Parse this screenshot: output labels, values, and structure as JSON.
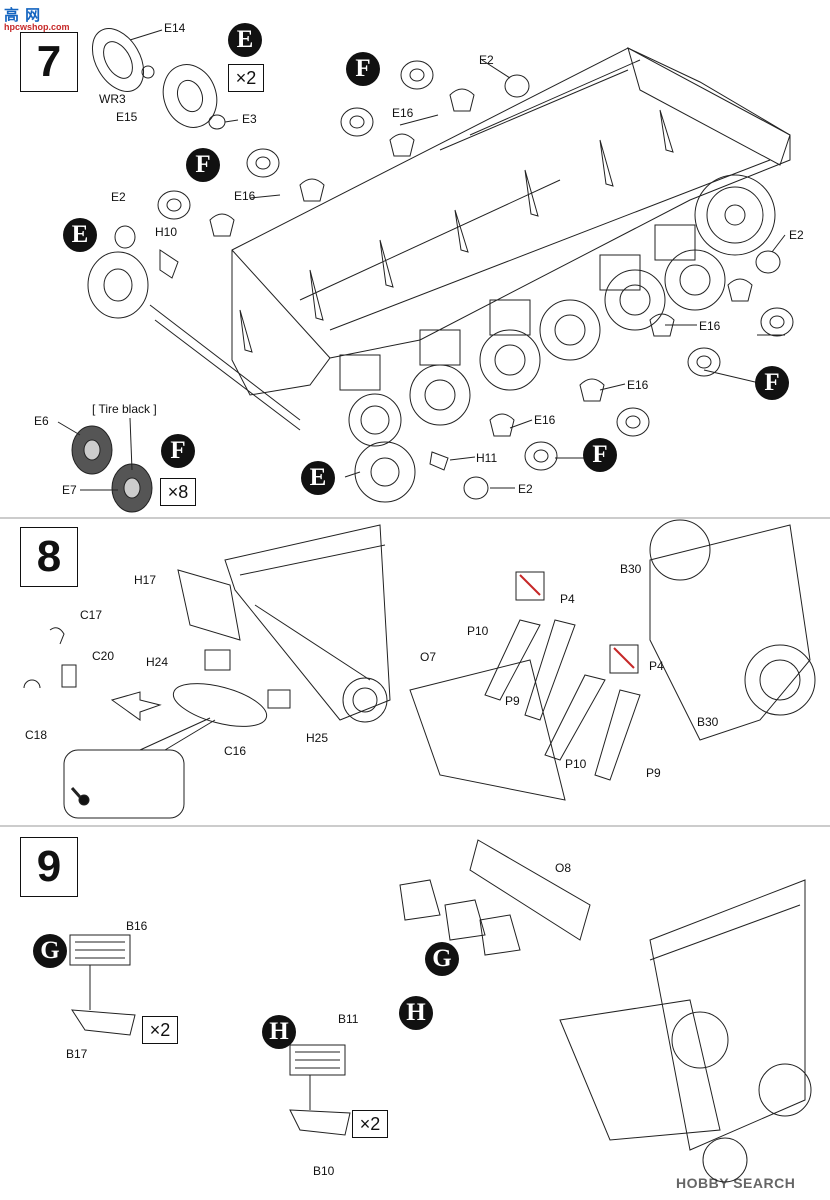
{
  "watermark": {
    "site": "高 网",
    "url": "hpcwshop.com",
    "footer": "HOBBY SEARCH"
  },
  "steps": {
    "s7": "7",
    "s8": "8",
    "s9": "9"
  },
  "callouts": {
    "E": "E",
    "F": "F",
    "G": "G",
    "H": "H"
  },
  "multipliers": {
    "x2": "×2",
    "x8": "×8"
  },
  "step7": {
    "parts": {
      "e14": "E14",
      "wr3": "WR3",
      "e15": "E15",
      "e3": "E3",
      "e2_a": "E2",
      "e16_a": "E16",
      "e2_b": "E2",
      "e16_b": "E16",
      "h10": "H10",
      "e2_c": "E2",
      "e16_c": "E16",
      "e16_d": "E16",
      "e16_e": "E16",
      "h11": "H11",
      "e2_d": "E2"
    },
    "tire_note": "[ Tire black ]",
    "e6": "E6",
    "e7": "E7"
  },
  "step8": {
    "parts": {
      "h17": "H17",
      "c17": "C17",
      "c20": "C20",
      "h24": "H24",
      "c18": "C18",
      "c16": "C16",
      "h25": "H25",
      "b30_a": "B30",
      "p4_a": "P4",
      "p10_a": "P10",
      "o7": "O7",
      "p9_a": "P9",
      "p4_b": "P4",
      "b30_b": "B30",
      "p10_b": "P10",
      "p9_b": "P9"
    }
  },
  "step9": {
    "parts": {
      "b16": "B16",
      "b17": "B17",
      "b11": "B11",
      "b10": "B10",
      "o8": "O8"
    }
  }
}
